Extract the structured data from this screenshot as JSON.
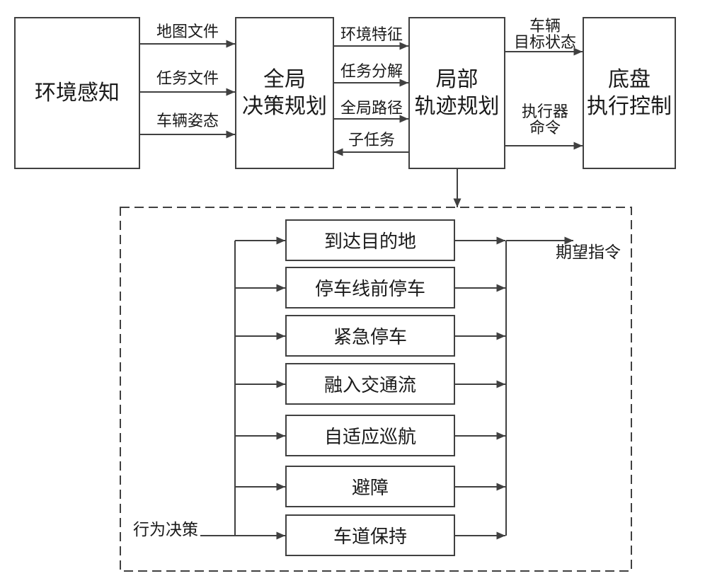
{
  "colors": {
    "stroke": "#404040",
    "text": "#1a1a1a",
    "background": "#ffffff"
  },
  "pipeline": {
    "nodes": [
      {
        "id": "env-perception",
        "label": "环境感知"
      },
      {
        "id": "global-planning",
        "label": "全局\n决策规划"
      },
      {
        "id": "local-planning",
        "label": "局部\n轨迹规划"
      },
      {
        "id": "chassis-control",
        "label": "底盘\n执行控制"
      }
    ],
    "flows": {
      "env_to_global": [
        "地图文件",
        "任务文件",
        "车辆姿态"
      ],
      "global_to_local": [
        "环境特征",
        "任务分解",
        "全局路径"
      ],
      "local_to_global": "子任务",
      "local_to_chassis": [
        "车辆\n目标状态",
        "执行器\n命令"
      ]
    }
  },
  "behavior_panel": {
    "input_label": "行为决策",
    "output_label": "期望指令",
    "behaviors": [
      "到达目的地",
      "停车线前停车",
      "紧急停车",
      "融入交通流",
      "自适应巡航",
      "避障",
      "车道保持"
    ]
  }
}
